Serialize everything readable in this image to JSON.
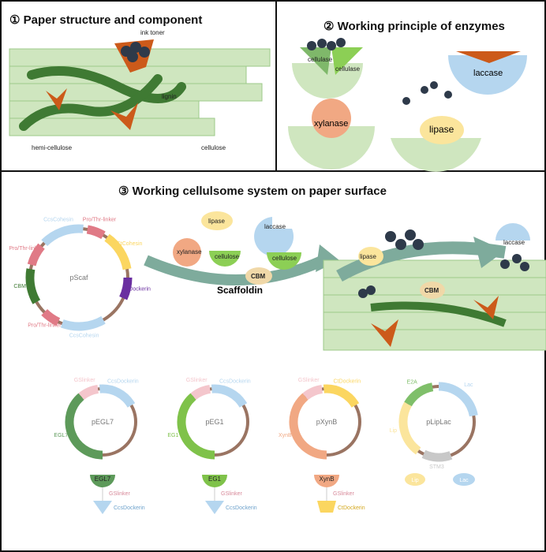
{
  "panel1": {
    "title": "① Paper structure and component",
    "labels": {
      "ink": "ink toner",
      "lignin": "lignin",
      "hemi": "hemi-cellulose",
      "cellulose": "cellulose"
    }
  },
  "panel2": {
    "title": "② Working principle of enzymes",
    "labels": {
      "cellulase_a": "cellulase",
      "cellulase_b": "cellulase",
      "laccase": "laccase",
      "xylanase": "xylanase",
      "lipase": "lipase"
    }
  },
  "panel3": {
    "title": "③ Working cellulsome system on paper surface",
    "scaffold": {
      "lipase": "lipase",
      "laccase": "laccase",
      "xylanase": "xylanase",
      "cellulose_a": "cellulose",
      "cellulose_b": "cellulose",
      "cbm": "CBM",
      "scaffoldin": "Scaffoldin"
    },
    "surface": {
      "lipase": "lipase",
      "laccase": "laccase",
      "cbm": "CBM"
    },
    "pscaf": {
      "name": "pScaf",
      "segments": [
        "CcsCohesin",
        "Pro/Thr-linker",
        "CtCohesin",
        "II Dockerin",
        "CcsCohesin",
        "Pro/Thr-linker",
        "CBM",
        "Pro/Thr-linker"
      ]
    },
    "plasmids": [
      {
        "name": "pEGL7",
        "segs": [
          "GSlinker",
          "CcsDockerin",
          "EGL7"
        ],
        "protein": {
          "enzyme": "EGL7",
          "linker": "GSlinker",
          "dock": "CcsDockerin"
        }
      },
      {
        "name": "pEG1",
        "segs": [
          "GSlinker",
          "CcsDockerin",
          "EG1"
        ],
        "protein": {
          "enzyme": "EG1",
          "linker": "GSlinker",
          "dock": "CcsDockerin"
        }
      },
      {
        "name": "pXynB",
        "segs": [
          "GSlinker",
          "CtDockerin",
          "XynB"
        ],
        "protein": {
          "enzyme": "XynB",
          "linker": "GSlinker",
          "dock": "CtDockerin"
        }
      },
      {
        "name": "pLipLac",
        "segs": [
          "E2A",
          "Lac",
          "Lip",
          "STM3"
        ],
        "protein": {
          "lip": "Lip",
          "lac": "Lac"
        }
      }
    ]
  }
}
